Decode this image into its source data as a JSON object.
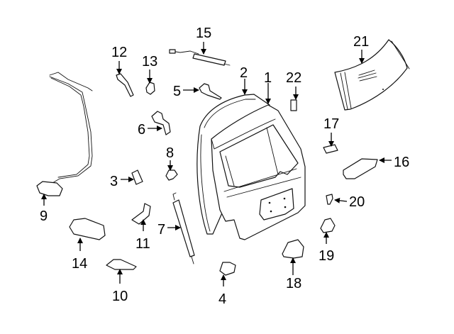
{
  "diagram": {
    "title": "Liftgate components exploded view",
    "colors": {
      "line": "#111111",
      "background": "#ffffff"
    },
    "callouts": [
      {
        "id": "1",
        "label": "1",
        "part": "liftgate-panel"
      },
      {
        "id": "2",
        "label": "2",
        "part": "weatherstrip"
      },
      {
        "id": "3",
        "label": "3",
        "part": "bumper-pad"
      },
      {
        "id": "4",
        "label": "4",
        "part": "striker"
      },
      {
        "id": "5",
        "label": "5",
        "part": "hinge-bracket"
      },
      {
        "id": "6",
        "label": "6",
        "part": "hinge"
      },
      {
        "id": "7",
        "label": "7",
        "part": "support-strut"
      },
      {
        "id": "8",
        "label": "8",
        "part": "ball-stud"
      },
      {
        "id": "9",
        "label": "9",
        "part": "washer-hose-pump"
      },
      {
        "id": "10",
        "label": "10",
        "part": "guide"
      },
      {
        "id": "11",
        "label": "11",
        "part": "bracket"
      },
      {
        "id": "12",
        "label": "12",
        "part": "trim-clip"
      },
      {
        "id": "13",
        "label": "13",
        "part": "grommet"
      },
      {
        "id": "14",
        "label": "14",
        "part": "module"
      },
      {
        "id": "15",
        "label": "15",
        "part": "wiring-harness"
      },
      {
        "id": "16",
        "label": "16",
        "part": "handle-housing"
      },
      {
        "id": "17",
        "label": "17",
        "part": "bumper"
      },
      {
        "id": "18",
        "label": "18",
        "part": "license-lamp"
      },
      {
        "id": "19",
        "label": "19",
        "part": "retainer-clip"
      },
      {
        "id": "20",
        "label": "20",
        "part": "screw"
      },
      {
        "id": "21",
        "label": "21",
        "part": "rear-glass"
      },
      {
        "id": "22",
        "label": "22",
        "part": "spacer"
      }
    ]
  }
}
